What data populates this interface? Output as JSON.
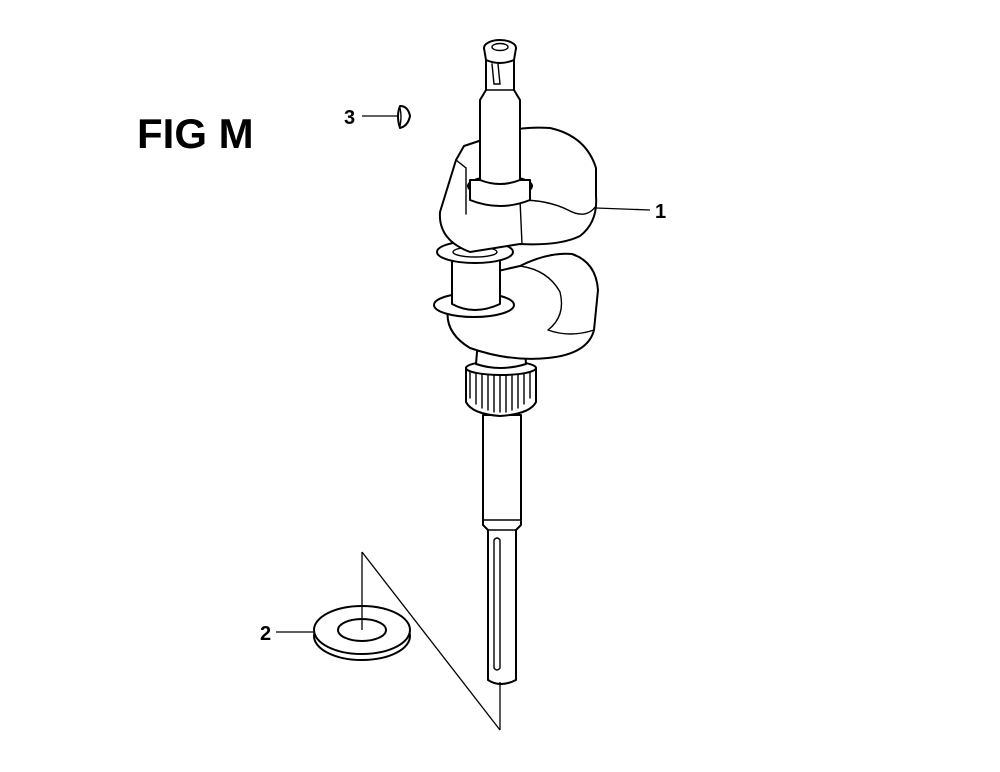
{
  "figure": {
    "title": "FIG M"
  },
  "callouts": [
    {
      "id": "crankshaft",
      "label": "1"
    },
    {
      "id": "washer",
      "label": "2"
    },
    {
      "id": "key",
      "label": "3"
    }
  ],
  "colors": {
    "line": "#000000",
    "background": "#ffffff"
  }
}
